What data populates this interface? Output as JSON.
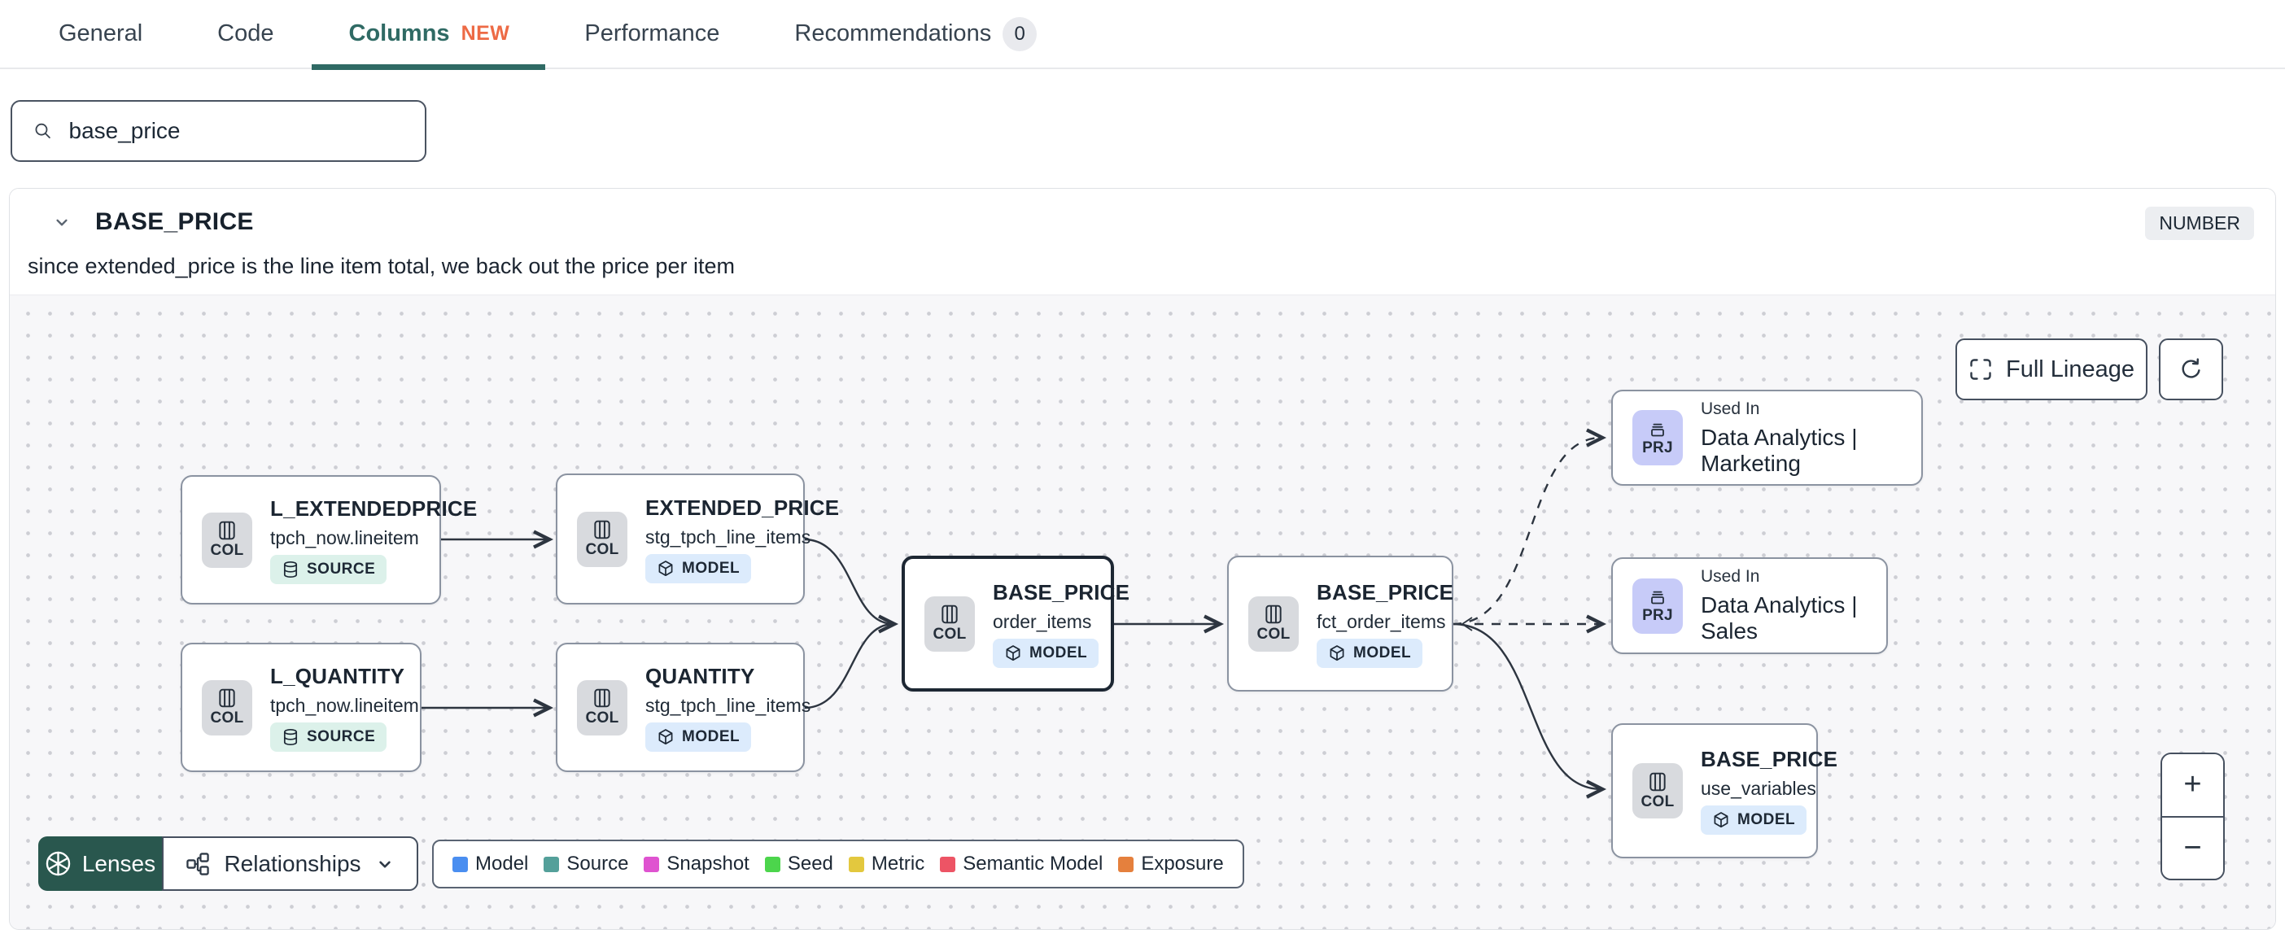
{
  "tabs": {
    "items": [
      {
        "label": "General"
      },
      {
        "label": "Code"
      },
      {
        "label": "Columns",
        "badge": "NEW",
        "active": true
      },
      {
        "label": "Performance"
      },
      {
        "label": "Recommendations",
        "count": "0"
      }
    ]
  },
  "search": {
    "value": "base_price"
  },
  "column_panel": {
    "name": "BASE_PRICE",
    "data_type": "NUMBER",
    "description": "since extended_price is the line item total, we back out the price per item"
  },
  "lineage": {
    "controls": {
      "full_lineage": "Full Lineage",
      "zoom_in": "+",
      "zoom_out": "−"
    },
    "toolbar": {
      "lenses": "Lenses",
      "relationships": "Relationships"
    },
    "legend": [
      {
        "label": "Model",
        "color": "#4a8ef0"
      },
      {
        "label": "Source",
        "color": "#54a09a"
      },
      {
        "label": "Snapshot",
        "color": "#df53d0"
      },
      {
        "label": "Seed",
        "color": "#4cd54c"
      },
      {
        "label": "Metric",
        "color": "#e3c83e"
      },
      {
        "label": "Semantic Model",
        "color": "#ed5465"
      },
      {
        "label": "Exposure",
        "color": "#e5803d"
      }
    ],
    "nodes": [
      {
        "type": "column",
        "icon": "COL",
        "title": "L_EXTENDEDPRICE",
        "subtitle": "tpch_now.lineitem",
        "badge": "SOURCE"
      },
      {
        "type": "column",
        "icon": "COL",
        "title": "EXTENDED_PRICE",
        "subtitle": "stg_tpch_line_items",
        "badge": "MODEL"
      },
      {
        "type": "column",
        "icon": "COL",
        "title": "L_QUANTITY",
        "subtitle": "tpch_now.lineitem",
        "badge": "SOURCE"
      },
      {
        "type": "column",
        "icon": "COL",
        "title": "QUANTITY",
        "subtitle": "stg_tpch_line_items",
        "badge": "MODEL"
      },
      {
        "type": "column",
        "icon": "COL",
        "title": "BASE_PRICE",
        "subtitle": "order_items",
        "badge": "MODEL",
        "selected": true
      },
      {
        "type": "column",
        "icon": "COL",
        "title": "BASE_PRICE",
        "subtitle": "fct_order_items",
        "badge": "MODEL"
      },
      {
        "type": "project",
        "icon": "PRJ",
        "eyebrow": "Used In",
        "title": "Data Analytics | Marketing"
      },
      {
        "type": "project",
        "icon": "PRJ",
        "eyebrow": "Used In",
        "title": "Data Analytics | Sales"
      },
      {
        "type": "column",
        "icon": "COL",
        "title": "BASE_PRICE",
        "subtitle": "use_variables",
        "badge": "MODEL"
      }
    ],
    "icons": {
      "search": "magnifier",
      "lenses": "aperture",
      "relationships": "hierarchy-nodes",
      "full_lineage": "expand-corners",
      "refresh": "circular-arrow",
      "column_node": "columns",
      "source_badge": "database",
      "model_badge": "cube",
      "project_node": "archive-tray",
      "collapse": "chevron-down"
    }
  }
}
